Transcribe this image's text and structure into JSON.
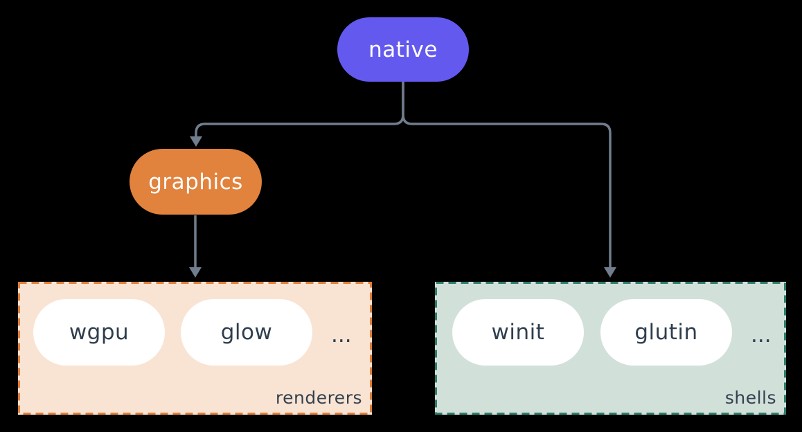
{
  "diagram": {
    "background_color": "#000000",
    "connector_color": "#717D8C",
    "nodes": {
      "native": {
        "label": "native",
        "fill_color": "#6459EE",
        "text_color": "#FFFFFF"
      },
      "graphics": {
        "label": "graphics",
        "fill_color": "#E1823D",
        "text_color": "#FFFFFF"
      }
    },
    "groups": {
      "renderers": {
        "label": "renderers",
        "background_color": "#F9E4D4",
        "border_color": "#DF803B",
        "item_background_color": "#FFFFFF",
        "item_text_color": "#2F3E4E",
        "items": [
          "wgpu",
          "glow"
        ],
        "ellipsis": "..."
      },
      "shells": {
        "label": "shells",
        "background_color": "#D2E0DA",
        "border_color": "#2F7D6B",
        "item_background_color": "#FFFFFF",
        "item_text_color": "#2F3E4E",
        "items": [
          "winit",
          "glutin"
        ],
        "ellipsis": "..."
      }
    },
    "edges": [
      {
        "from": "native",
        "to": "graphics"
      },
      {
        "from": "native",
        "to": "shells"
      },
      {
        "from": "graphics",
        "to": "renderers"
      }
    ]
  }
}
